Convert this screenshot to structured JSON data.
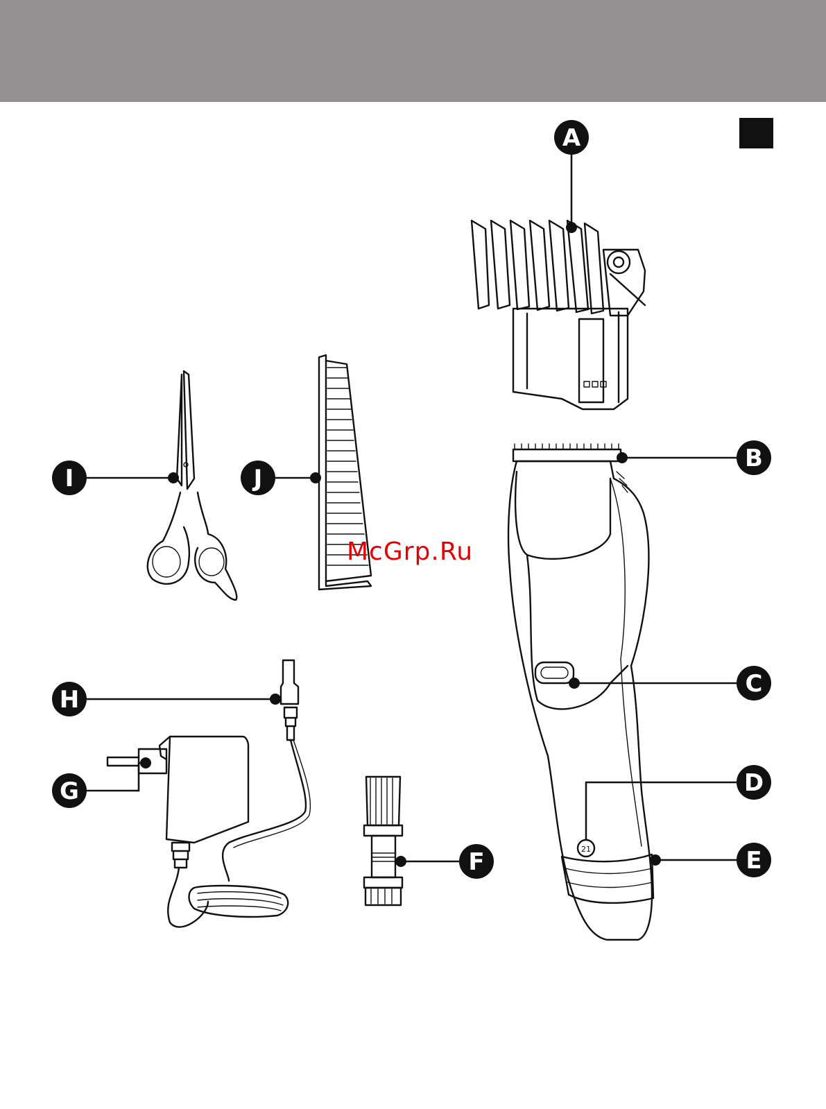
{
  "header": {
    "band_color": "#939192"
  },
  "page_marker": {
    "color": "#111111"
  },
  "watermark": {
    "text": "McGrp.Ru",
    "color": "#e60000"
  },
  "callouts": [
    {
      "letter": "A",
      "part": "comb-attachment"
    },
    {
      "letter": "B",
      "part": "cutting-unit"
    },
    {
      "letter": "C",
      "part": "slide-switch"
    },
    {
      "letter": "D",
      "part": "charging-light"
    },
    {
      "letter": "E",
      "part": "grip-ring"
    },
    {
      "letter": "F",
      "part": "cleaning-brush"
    },
    {
      "letter": "G",
      "part": "adapter"
    },
    {
      "letter": "H",
      "part": "appliance-plug"
    },
    {
      "letter": "I",
      "part": "scissors"
    },
    {
      "letter": "J",
      "part": "comb"
    }
  ],
  "clipper": {
    "indicator_label": "21"
  }
}
